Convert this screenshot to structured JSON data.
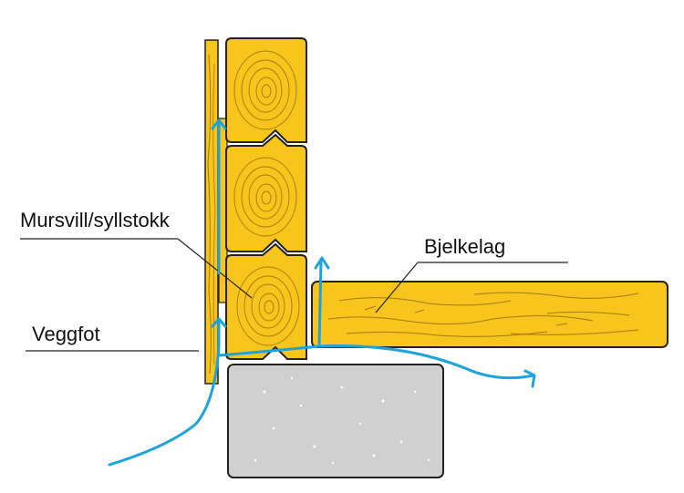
{
  "labels": {
    "mursvill": "Mursvill/syllstokk",
    "veggfot": "Veggfot",
    "bjelkelag": "Bjelkelag"
  },
  "colors": {
    "timber": "#f7c51b",
    "timber_grain": "#a57a0f",
    "outline": "#222222",
    "concrete": "#d0d0d0",
    "airflow_arrow": "#1ca3dc",
    "background": "#ffffff"
  },
  "icons": {
    "airflow": "arrow-icon"
  }
}
